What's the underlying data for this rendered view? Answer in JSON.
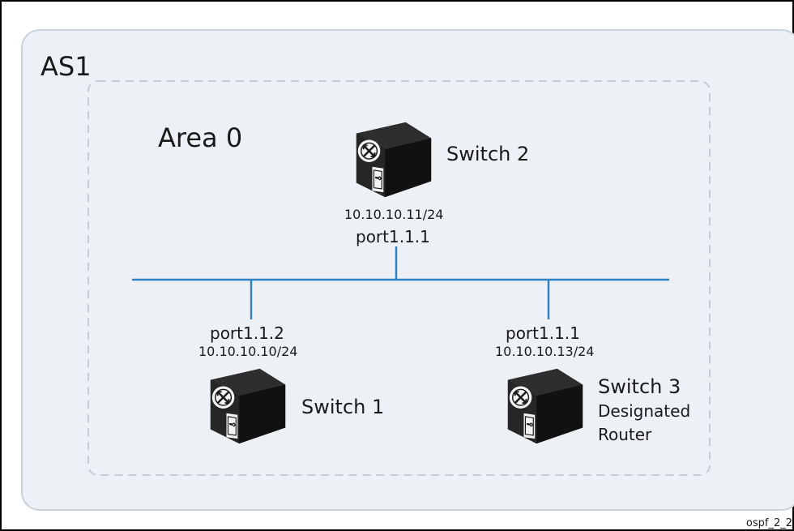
{
  "as_label": "AS1",
  "area_label": "Area 0",
  "switches": [
    {
      "name": "Switch 2",
      "port": "port1.1.1",
      "ip": "10.10.10.11/24"
    },
    {
      "name": "Switch 1",
      "port": "port1.1.2",
      "ip": "10.10.10.10/24"
    },
    {
      "name": "Switch 3",
      "role_line1": "Designated",
      "role_line2": "Router",
      "port": "port1.1.1",
      "ip": "10.10.10.13/24"
    }
  ],
  "figure_id": "ospf_2_2",
  "colors": {
    "as_fill": "#edf1f5",
    "as_border": "#c9d3dc",
    "area_border": "#c4ccd4",
    "network_line": "#2f82c3",
    "device_body": "#1b1b1b",
    "frame_border": "#000000"
  },
  "device_icon": "router-switch-icon"
}
